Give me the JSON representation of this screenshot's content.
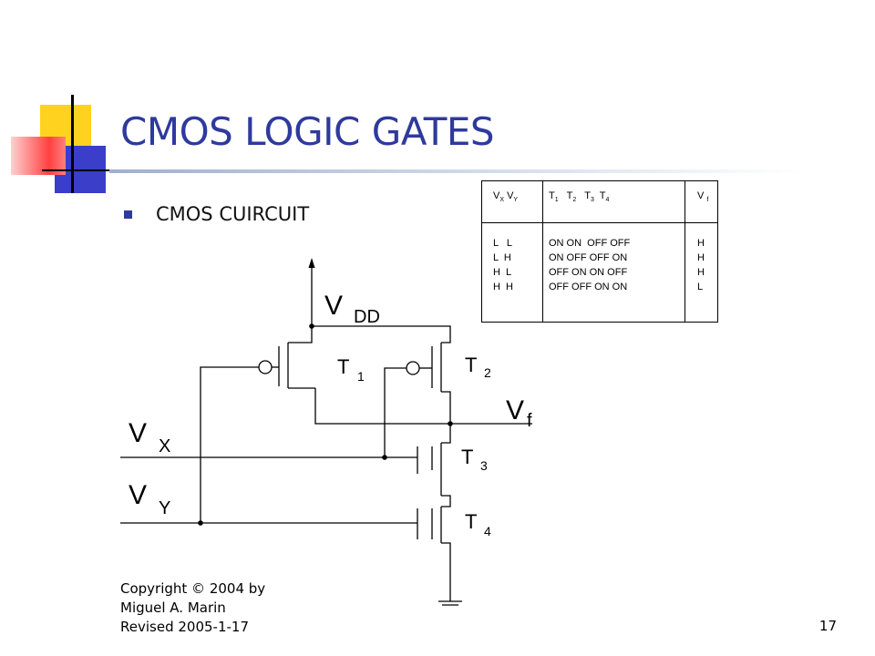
{
  "slide": {
    "title": "CMOS LOGIC GATES",
    "bullet": "CMOS  CUIRCUIT",
    "footer": {
      "line1": "Copyright © 2004 by",
      "line2": "Miguel A. Marin",
      "line3": "Revised 2005-1-17"
    },
    "page_number": "17"
  },
  "truth_table": {
    "headers": {
      "inputs_v1": "V",
      "inputs_s1": "X",
      "inputs_v2": " V",
      "inputs_s2": "Y",
      "t1": "T",
      "t1s": "1",
      "t2": "   T",
      "t2s": "2",
      "t3": "   T",
      "t3s": "3",
      "t4": "  T",
      "t4s": "4",
      "out": "V",
      "out_s": "f"
    },
    "rows": [
      {
        "inputs": "L   L",
        "transistors": "ON ON  OFF OFF",
        "output": "H"
      },
      {
        "inputs": "L  H",
        "transistors": "ON OFF OFF ON",
        "output": "H"
      },
      {
        "inputs": "H  L",
        "transistors": "OFF ON ON OFF",
        "output": "H"
      },
      {
        "inputs": "H  H",
        "transistors": "OFF OFF ON ON",
        "output": "L"
      }
    ]
  },
  "circuit": {
    "vdd_main": "V",
    "vdd_sub": "DD",
    "vf_main": "V",
    "vf_sub": "f",
    "vx_main": "V",
    "vx_sub": "X",
    "vy_main": "V",
    "vy_sub": "Y",
    "t1_main": "T",
    "t1_sub": "1",
    "t2_main": "T",
    "t2_sub": "2",
    "t3_main": "T",
    "t3_sub": "3",
    "t4_main": "T",
    "t4_sub": "4"
  },
  "colors": {
    "title": "#2e3a9c",
    "deco_yellow": "#ffd21f",
    "deco_blue": "#3a3ec9",
    "deco_red": "#ff4040"
  }
}
